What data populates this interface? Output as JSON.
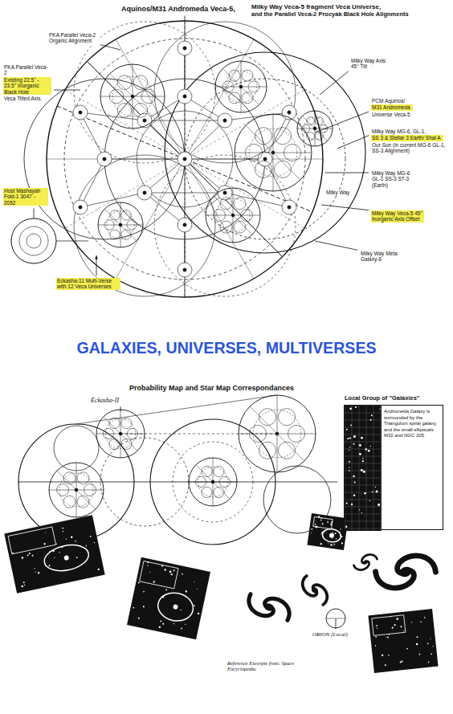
{
  "diagram": {
    "title": "GALAXIES, UNIVERSES, MULTIVERSES",
    "nodes": [
      {
        "text": [
          "Local Group of \"Galaxies\"",
          "Andromeda Galaxy is surrounded by the Triangulum spiral galaxy, and the small ellipticals M32 and NGC 205"
        ]
      }
    ],
    "labels": [
      "Aquinos/M31 Andromeda Veca-5,",
      "Milky Way Veca-5 fragment Veca Universe,",
      "and the Parallel Veca-2 Procyak Black Hole Alignments",
      "PKA Parallel Veca-2 Organic Alignment",
      "PKA Parallel Veca-2",
      "Existing 22.5° - 23.5° Inorganic Black Hole",
      "Veca Tilted Axis.",
      "Milky Way Axis 45° Tilt",
      "PCM Aquinos/",
      "M31 Andromeda",
      "Universe Veca-5",
      "Milky Way MG-6, GL-1,",
      "SS 3 & Stellar 3 Earth/ Shal A",
      "Our Sun (in current MG-6 GL-1, SS-3 Alignment)",
      "Milky Way MG-6 GL-1 SS-3 ST-3 (Earth)",
      "Milky Way Veca-5 45° Inorganic Axis Offset",
      "Milky Way Meta Galaxy-6",
      "Milky Way",
      "Host Mashayah Fold-1 3047 - 2052",
      "Eckasha-11 Multi-Verse with 12 Veca Universes",
      "Probability Map and Star Map Correspondances",
      "Eckasha-II",
      "ORION (Local)",
      "Reference Excerpts from: Space Encyclopedia"
    ]
  }
}
